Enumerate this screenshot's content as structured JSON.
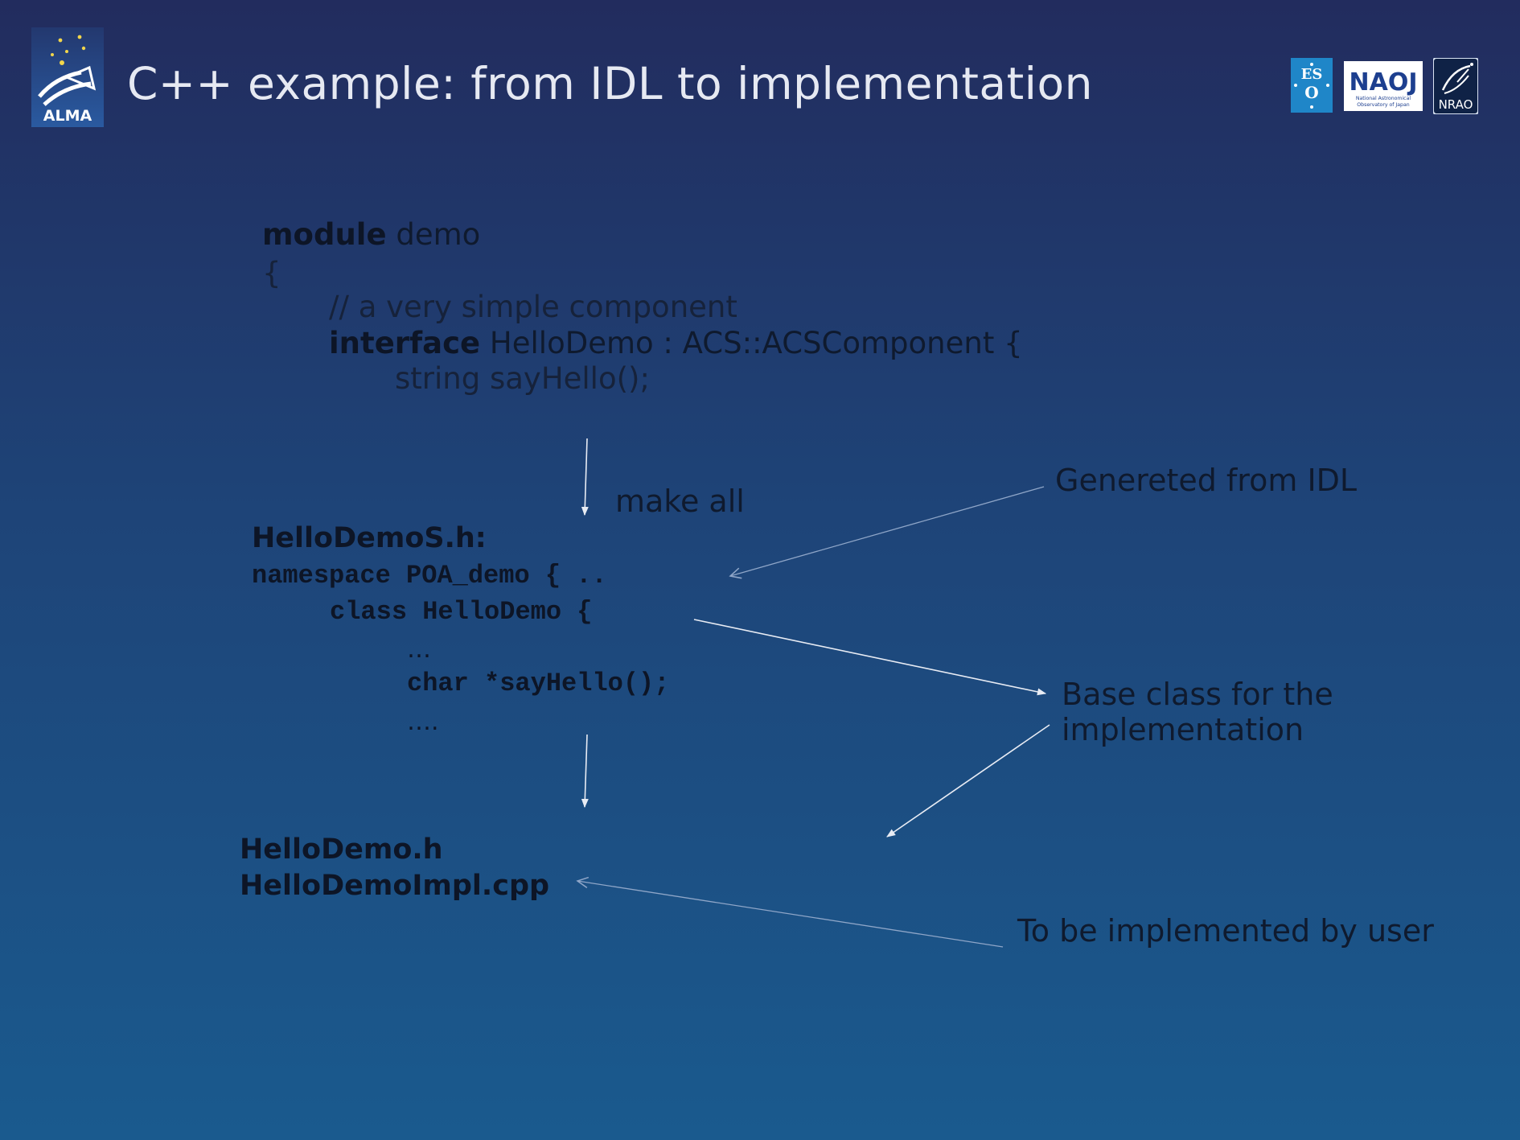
{
  "slide": {
    "title": "C++ example: from IDL to implementation",
    "logos": {
      "alma": "ALMA",
      "eso": "ESO",
      "naoj": "NAOJ",
      "naoj_sub": "National Astronomical Observatory of Japan",
      "nrao": "NRAO"
    }
  },
  "idl_code": {
    "line1_kw": "module",
    "line1_rest": " demo",
    "line2": "{",
    "line3": "// a very simple component",
    "line4_kw": "interface",
    "line4_rest": " HelloDemo : ACS::ACSComponent {",
    "line5": "string sayHello();"
  },
  "generated": {
    "filename": "HelloDemoS.h:",
    "line1": "namespace POA_demo { ..",
    "line2": "class HelloDemo {",
    "line3": "…",
    "line4": "char *sayHello();",
    "line5": "…."
  },
  "impl_files": {
    "header": "HelloDemo.h",
    "cpp": "HelloDemoImpl.cpp"
  },
  "annotations": {
    "make_all": "make all",
    "generated_from_idl": "Genereted from IDL",
    "base_class_line1": "Base class for the",
    "base_class_line2": "implementation",
    "to_be_implemented": "To be implemented by user"
  },
  "colors": {
    "background_top": "#222c5e",
    "background_bottom": "#1a5a8e",
    "text_dark": "#0d1526",
    "title": "#e6e9f2",
    "arrow": "#e8ecf4",
    "arrow_faint": "#8fa6c8"
  }
}
